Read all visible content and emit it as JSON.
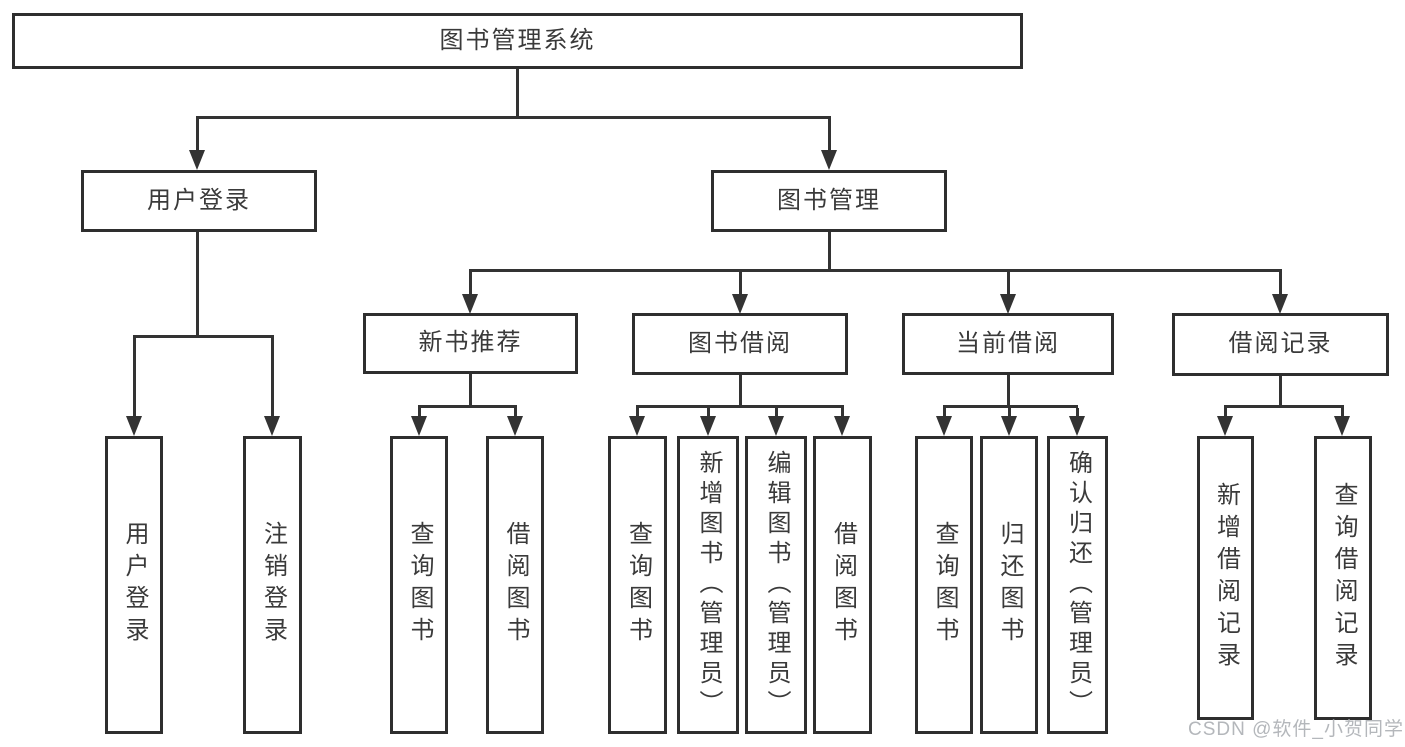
{
  "colors": {
    "background": "#ffffff",
    "box_border": "#2e2e2e",
    "connector_line": "#333333",
    "text": "#3a3a3a",
    "watermark_text": "#b4b7bb"
  },
  "diagram": {
    "title": "图书管理系统",
    "children": [
      {
        "label": "用户登录",
        "children": [
          {
            "label": "用户登录"
          },
          {
            "label": "注销登录"
          }
        ]
      },
      {
        "label": "图书管理",
        "children": [
          {
            "label": "新书推荐",
            "children": [
              {
                "label": "查询图书"
              },
              {
                "label": "借阅图书"
              }
            ]
          },
          {
            "label": "图书借阅",
            "children": [
              {
                "label": "查询图书"
              },
              {
                "label": "新增图书（管理员）"
              },
              {
                "label": "编辑图书（管理员）"
              },
              {
                "label": "借阅图书"
              }
            ]
          },
          {
            "label": "当前借阅",
            "children": [
              {
                "label": "查询图书"
              },
              {
                "label": "归还图书"
              },
              {
                "label": "确认归还（管理员）"
              }
            ]
          },
          {
            "label": "借阅记录",
            "children": [
              {
                "label": "新增借阅记录"
              },
              {
                "label": "查询借阅记录"
              }
            ]
          }
        ]
      }
    ]
  },
  "watermark": {
    "text": "CSDN @软件_小贺同学"
  }
}
